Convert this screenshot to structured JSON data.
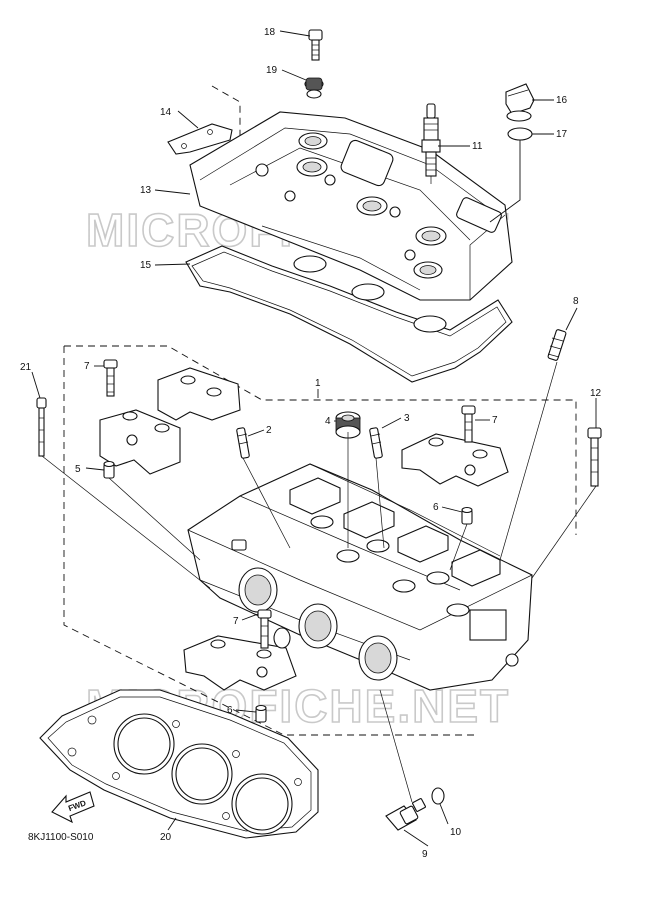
{
  "diagram_code": "8KJ1100-S010",
  "fwd_label": "FWD",
  "watermark": "MICROFICHE.NET",
  "callouts": {
    "c1": "1",
    "c2": "2",
    "c3": "3",
    "c4": "4",
    "c5": "5",
    "c6a": "6",
    "c6b": "6",
    "c7a": "7",
    "c7b": "7",
    "c7c": "7",
    "c8": "8",
    "c9": "9",
    "c10": "10",
    "c11": "11",
    "c12": "12",
    "c13": "13",
    "c14": "14",
    "c15": "15",
    "c16": "16",
    "c17": "17",
    "c18": "18",
    "c19": "19",
    "c20": "20",
    "c21": "21"
  }
}
